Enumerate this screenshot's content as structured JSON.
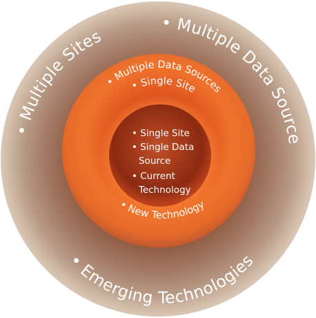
{
  "outer_ring": {
    "top_left": "• Multiple Sites",
    "top_right": "• Multiple Data Sources",
    "bottom": "• Emerging Technologies"
  },
  "middle_ring": {
    "top_line_1": "• Single Site",
    "top_line_2": "• Multiple Data Sources",
    "bottom": "• New Technology"
  },
  "core": {
    "items": [
      {
        "lines": [
          "• Single Site"
        ]
      },
      {
        "lines": [
          "• Single Data",
          "Source"
        ]
      },
      {
        "lines": [
          "• Current",
          "Technology"
        ]
      }
    ]
  },
  "colors": {
    "outer_rim": "#cdb49e",
    "outer_ring": "#a87e6b",
    "middle_ring": "#e8642a",
    "core": "#8e2a12",
    "text": "#ffffff"
  }
}
